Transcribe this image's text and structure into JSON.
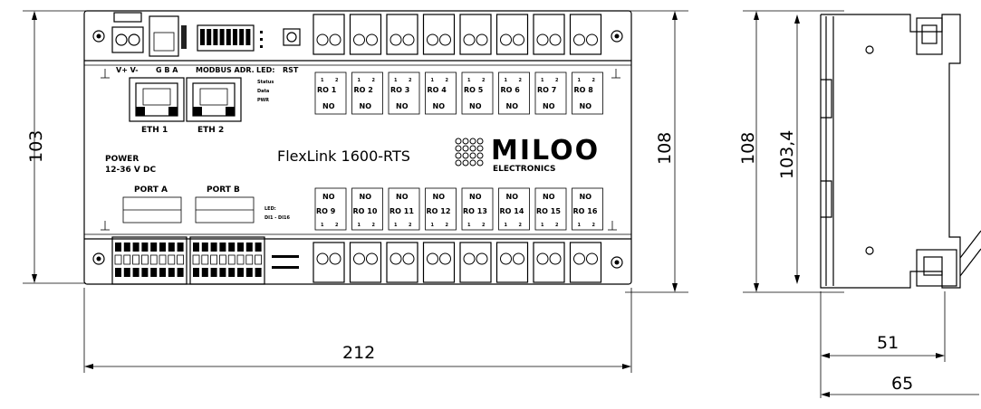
{
  "dimensions": {
    "front_height": "103",
    "front_height_outer": "108",
    "front_width": "212",
    "side_height": "108",
    "side_height_inner": "103,4",
    "side_depth_small": "51",
    "side_depth_large": "65"
  },
  "device": {
    "model": "FlexLink 1600-RTS",
    "brand_main": "MILOO",
    "brand_sub": "ELECTRONICS",
    "power_label": "POWER",
    "power_spec": "12-36 V DC",
    "eth1": "ETH 1",
    "eth2": "ETH 2",
    "port_a": "PORT A",
    "port_b": "PORT B",
    "ch_pins": [
      "1",
      "2"
    ],
    "relay_state": "NO",
    "relays_top": [
      "RO 1",
      "RO 2",
      "RO 3",
      "RO 4",
      "RO 5",
      "RO 6",
      "RO 7",
      "RO 8"
    ],
    "relays_bottom": [
      "RO 9",
      "RO 10",
      "RO 11",
      "RO 12",
      "RO 13",
      "RO 14",
      "RO 15",
      "RO 16"
    ],
    "v_label": "V+ V-",
    "vab_label": "G B A",
    "modbus_label": "MODBUS ADR.",
    "led_label": "LED:",
    "reset_label": "RST",
    "status_labels": [
      "Status",
      "Data",
      "PWR"
    ],
    "led_bottom": "LED:",
    "led_bottom2": "DI1 - DI16"
  }
}
